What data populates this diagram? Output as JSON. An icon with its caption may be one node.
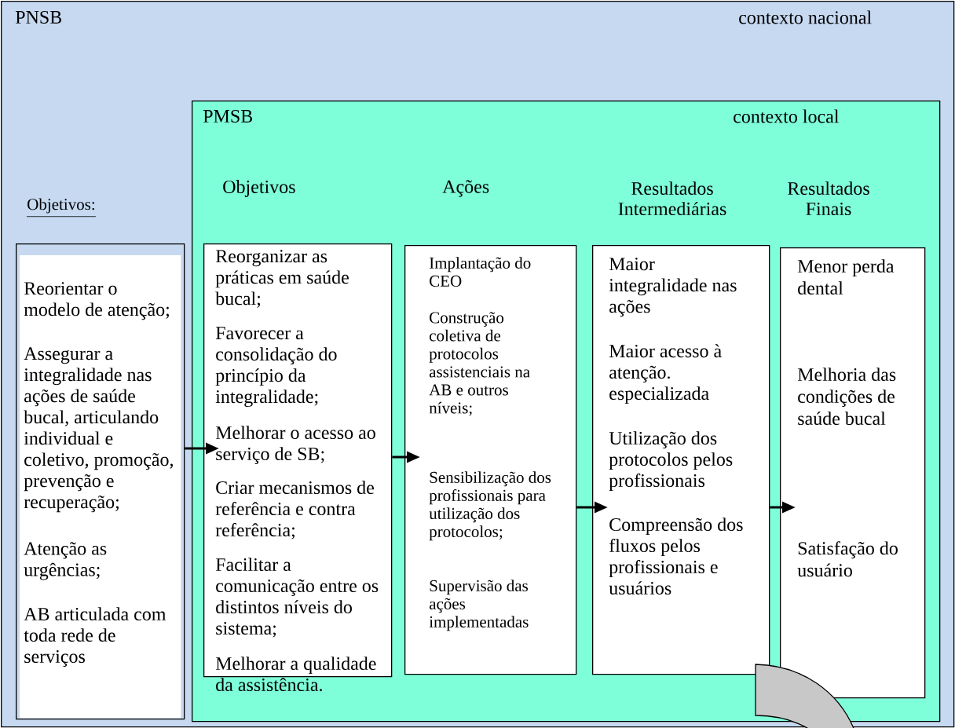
{
  "diagram": {
    "nodes": [
      {
        "text": [
          "PNSB",
          "contexto nacional"
        ]
      },
      {
        "text": [
          "Objetivos:",
          "Reorientar o modelo de atenção;",
          "Assegurar a integralidade nas ações de saúde bucal, articulando individual e coletivo, promoção, prevenção e recuperação;",
          "Atenção as urgências;",
          "AB articulada com toda rede de serviços"
        ],
        "in": 0
      },
      {
        "text": [
          "PMSB",
          "contexto local"
        ],
        "in": 0
      },
      {
        "text": [
          "Objetivos",
          "Reorganizar as práticas em saúde bucal;",
          "Favorecer a consolidação do princípio da integralidade;",
          "Melhorar o acesso ao serviço de SB;",
          "Criar mecanismos de referência e contra referência;",
          "Facilitar a comunicação entre os distintos níveis do sistema;",
          "Melhorar a qualidade da assistência."
        ],
        "in": 2
      },
      {
        "text": [
          "Ações",
          "Implantação do CEO",
          "Construção coletiva de protocolos assistenciais na AB e outros níveis;",
          "Sensibilização dos profissionais para utilização dos protocolos;",
          "Supervisão das ações implementadas"
        ],
        "in": 2
      },
      {
        "text": [
          "Resultados Intermediárias",
          "Maior integralidade nas ações",
          "Maior acesso à atenção. especializada",
          "Utilização dos protocolos pelos profissionais",
          "Compreensão dos fluxos pelos profissionais e usuários"
        ],
        "in": 2
      },
      {
        "text": [
          "Resultados Finais",
          "Menor perda dental",
          "Melhoria das condições de saúde bucal",
          "Satisfação do usuário"
        ],
        "in": 2
      }
    ],
    "edges": [
      {
        "from": 1,
        "to": 3,
        "arrow": "to"
      },
      {
        "from": 3,
        "to": 4,
        "arrow": "to"
      },
      {
        "from": 4,
        "to": 5,
        "arrow": "to"
      },
      {
        "from": 5,
        "to": 6,
        "arrow": "to"
      }
    ]
  }
}
